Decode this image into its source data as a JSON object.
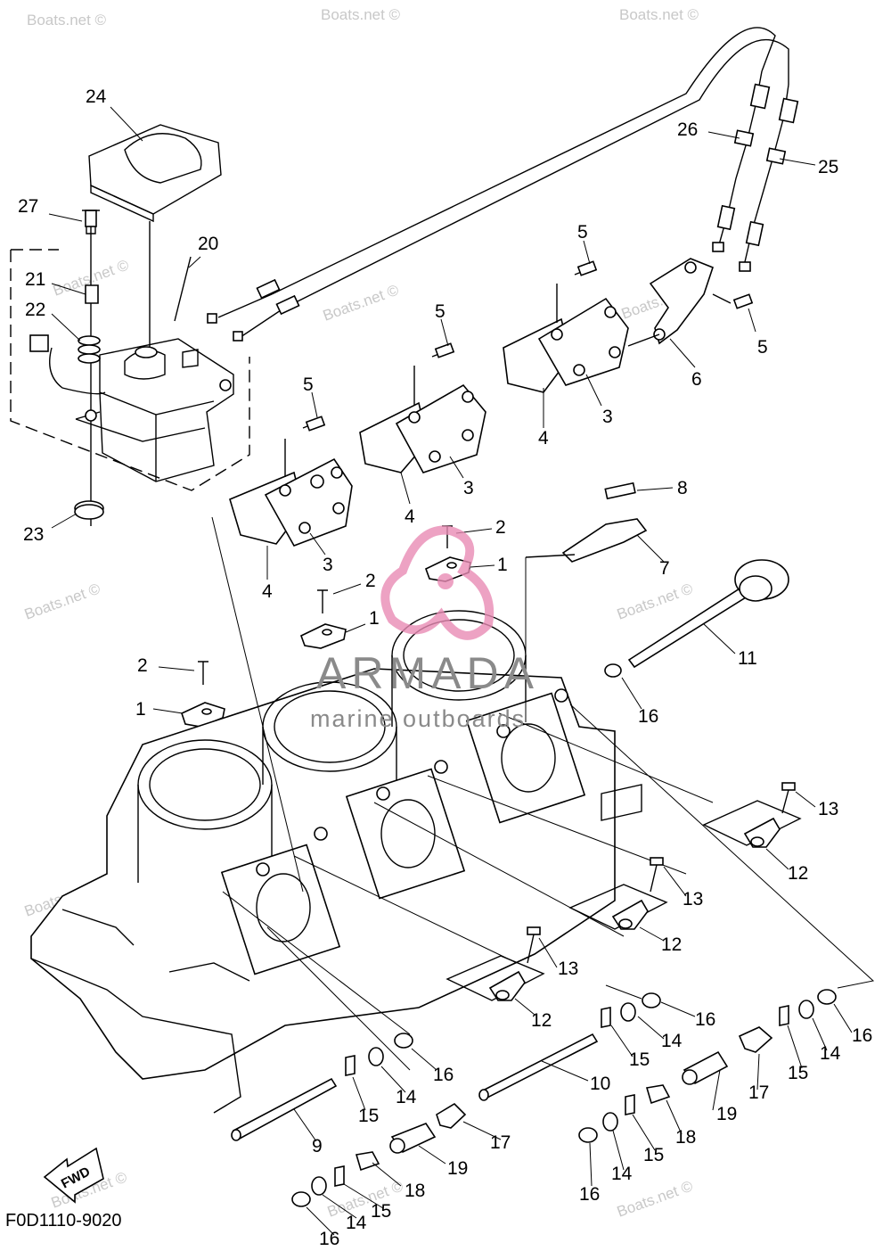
{
  "diagram": {
    "code": "F0D1110-9020",
    "fwd_label": "FWD",
    "watermark": "Boats.net ©",
    "brand": {
      "name": "ARMADA",
      "tagline": "marine outboards"
    },
    "callouts": [
      {
        "id": "c24",
        "text": "24"
      },
      {
        "id": "c27",
        "text": "27"
      },
      {
        "id": "c20",
        "text": "20"
      },
      {
        "id": "c21",
        "text": "21"
      },
      {
        "id": "c22",
        "text": "22"
      },
      {
        "id": "c23",
        "text": "23"
      },
      {
        "id": "c26",
        "text": "26"
      },
      {
        "id": "c25",
        "text": "25"
      },
      {
        "id": "c5a",
        "text": "5"
      },
      {
        "id": "c5b",
        "text": "5"
      },
      {
        "id": "c5c",
        "text": "5"
      },
      {
        "id": "c5d",
        "text": "5"
      },
      {
        "id": "c6",
        "text": "6"
      },
      {
        "id": "c3a",
        "text": "3"
      },
      {
        "id": "c3b",
        "text": "3"
      },
      {
        "id": "c3c",
        "text": "3"
      },
      {
        "id": "c4a",
        "text": "4"
      },
      {
        "id": "c4b",
        "text": "4"
      },
      {
        "id": "c4c",
        "text": "4"
      },
      {
        "id": "c8",
        "text": "8"
      },
      {
        "id": "c7",
        "text": "7"
      },
      {
        "id": "c2a",
        "text": "2"
      },
      {
        "id": "c2b",
        "text": "2"
      },
      {
        "id": "c2c",
        "text": "2"
      },
      {
        "id": "c1a",
        "text": "1"
      },
      {
        "id": "c1b",
        "text": "1"
      },
      {
        "id": "c1c",
        "text": "1"
      },
      {
        "id": "c11",
        "text": "11"
      },
      {
        "id": "c16a",
        "text": "16"
      },
      {
        "id": "c13a",
        "text": "13"
      },
      {
        "id": "c12a",
        "text": "12"
      },
      {
        "id": "c13b",
        "text": "13"
      },
      {
        "id": "c12b",
        "text": "12"
      },
      {
        "id": "c13c",
        "text": "13"
      },
      {
        "id": "c12c",
        "text": "12"
      },
      {
        "id": "c16b",
        "text": "16"
      },
      {
        "id": "c14a",
        "text": "14"
      },
      {
        "id": "c15a",
        "text": "15"
      },
      {
        "id": "c16c",
        "text": "16"
      },
      {
        "id": "c14b",
        "text": "14"
      },
      {
        "id": "c15b",
        "text": "15"
      },
      {
        "id": "c17a",
        "text": "17"
      },
      {
        "id": "c16d",
        "text": "16"
      },
      {
        "id": "c14c",
        "text": "14"
      },
      {
        "id": "c15c",
        "text": "15"
      },
      {
        "id": "c10",
        "text": "10"
      },
      {
        "id": "c17b",
        "text": "17"
      },
      {
        "id": "c19a",
        "text": "19"
      },
      {
        "id": "c18a",
        "text": "18"
      },
      {
        "id": "c9",
        "text": "9"
      },
      {
        "id": "c19b",
        "text": "19"
      },
      {
        "id": "c18b",
        "text": "18"
      },
      {
        "id": "c15d",
        "text": "15"
      },
      {
        "id": "c14d",
        "text": "14"
      },
      {
        "id": "c16e",
        "text": "16"
      },
      {
        "id": "c16f",
        "text": "16"
      },
      {
        "id": "c14e",
        "text": "14"
      },
      {
        "id": "c15e",
        "text": "15"
      }
    ]
  }
}
